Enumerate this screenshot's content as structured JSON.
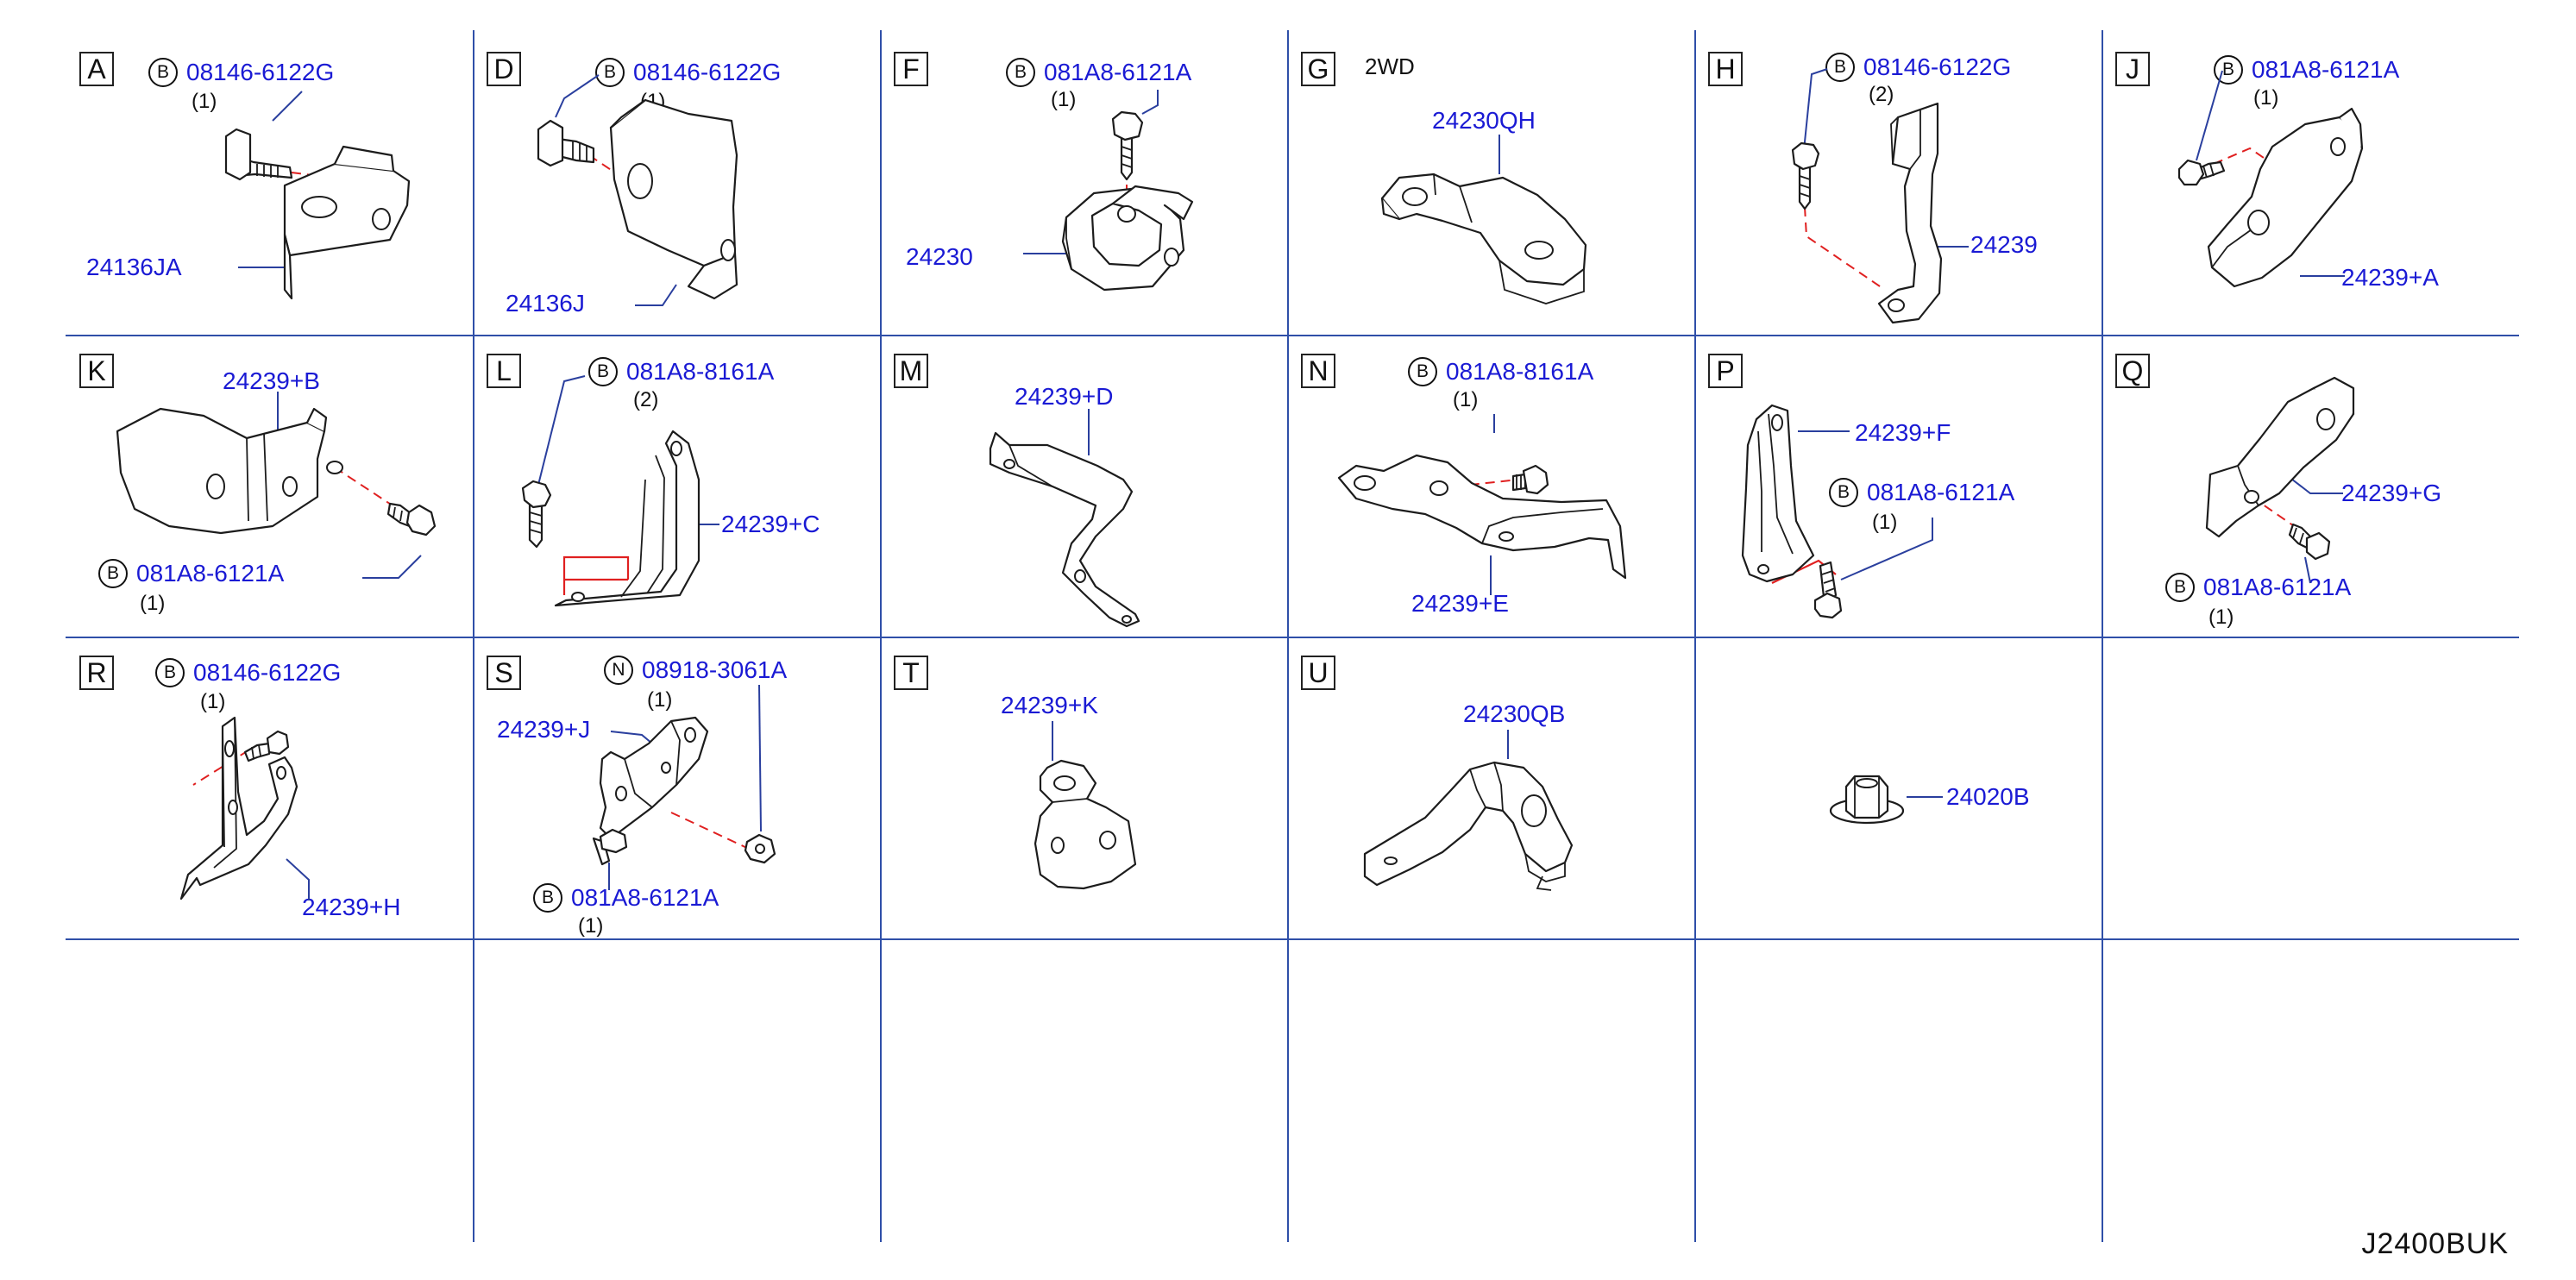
{
  "diagram_code": "J2400BUK",
  "cells": {
    "A": {
      "letter": "A",
      "fastener": {
        "symbol": "B",
        "part": "08146-6122G",
        "qty": "(1)"
      },
      "parts": [
        "24136JA"
      ]
    },
    "D": {
      "letter": "D",
      "fastener": {
        "symbol": "B",
        "part": "08146-6122G",
        "qty": "(1)"
      },
      "parts": [
        "24136J"
      ]
    },
    "F": {
      "letter": "F",
      "fastener": {
        "symbol": "B",
        "part": "081A8-6121A",
        "qty": "(1)"
      },
      "parts": [
        "24230"
      ]
    },
    "G": {
      "letter": "G",
      "note": "2WD",
      "parts": [
        "24230QH"
      ]
    },
    "H": {
      "letter": "H",
      "fastener": {
        "symbol": "B",
        "part": "08146-6122G",
        "qty": "(2)"
      },
      "parts": [
        "24239"
      ]
    },
    "J": {
      "letter": "J",
      "fastener": {
        "symbol": "B",
        "part": "081A8-6121A",
        "qty": "(1)"
      },
      "parts": [
        "24239+A"
      ]
    },
    "K": {
      "letter": "K",
      "fastener": {
        "symbol": "B",
        "part": "081A8-6121A",
        "qty": "(1)"
      },
      "parts": [
        "24239+B"
      ]
    },
    "L": {
      "letter": "L",
      "fastener": {
        "symbol": "B",
        "part": "081A8-8161A",
        "qty": "(2)"
      },
      "parts": [
        "24239+C"
      ]
    },
    "M": {
      "letter": "M",
      "parts": [
        "24239+D"
      ]
    },
    "N": {
      "letter": "N",
      "fastener": {
        "symbol": "B",
        "part": "081A8-8161A",
        "qty": "(1)"
      },
      "parts": [
        "24239+E"
      ]
    },
    "P": {
      "letter": "P",
      "fastener": {
        "symbol": "B",
        "part": "081A8-6121A",
        "qty": "(1)"
      },
      "parts": [
        "24239+F"
      ]
    },
    "Q": {
      "letter": "Q",
      "fastener": {
        "symbol": "B",
        "part": "081A8-6121A",
        "qty": "(1)"
      },
      "parts": [
        "24239+G"
      ]
    },
    "R": {
      "letter": "R",
      "fastener": {
        "symbol": "B",
        "part": "08146-6122G",
        "qty": "(1)"
      },
      "parts": [
        "24239+H"
      ]
    },
    "S": {
      "letter": "S",
      "fastener": {
        "symbol": "N",
        "part": "08918-3061A",
        "qty": "(1)"
      },
      "fastener2": {
        "symbol": "B",
        "part": "081A8-6121A",
        "qty": "(1)"
      },
      "parts": [
        "24239+J"
      ]
    },
    "T": {
      "letter": "T",
      "parts": [
        "24239+K"
      ]
    },
    "U": {
      "letter": "U",
      "parts": [
        "24230QB"
      ]
    },
    "V": {
      "parts": [
        "24020B"
      ]
    }
  }
}
